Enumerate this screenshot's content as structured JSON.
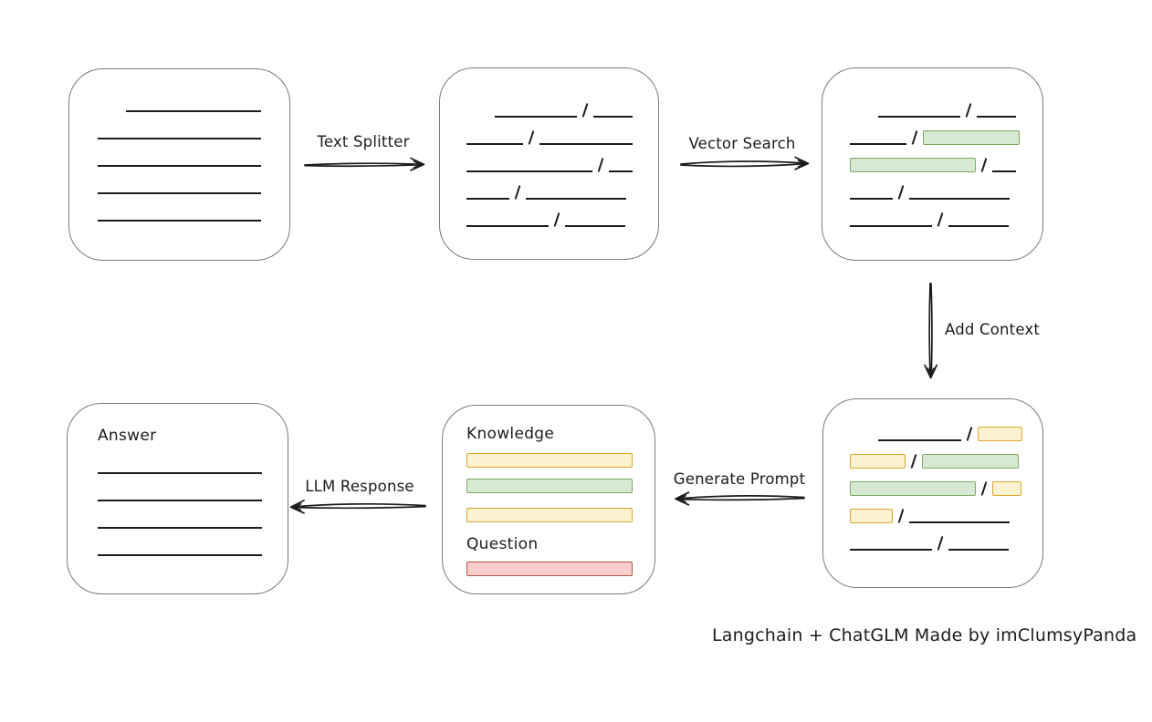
{
  "caption": "Langchain + ChatGLM Made by imClumsyPanda",
  "colors": {
    "green_fill": "#d7e9d3",
    "green_border": "#7ca963",
    "yellow_fill": "#fdf2cf",
    "yellow_border": "#dca62c",
    "red_fill": "#f8cecc",
    "red_border": "#b85450",
    "box_border": "#7b7b7b",
    "line": "#1c1c1c"
  },
  "arrows": {
    "text_splitter": "Text Splitter",
    "vector_search": "Vector Search",
    "add_context": "Add Context",
    "generate_prompt": "Generate Prompt",
    "llm_response": "LLM Response"
  },
  "boxes": {
    "document": {
      "rows": [
        [
          {
            "t": "gap",
            "w": 31
          },
          {
            "t": "line",
            "w": 148
          }
        ],
        [
          {
            "t": "line",
            "w": 179
          }
        ],
        [
          {
            "t": "line",
            "w": 179
          }
        ],
        [
          {
            "t": "line",
            "w": 179
          }
        ],
        [
          {
            "t": "line",
            "w": 179
          }
        ]
      ]
    },
    "chunks": {
      "rows": [
        [
          {
            "t": "gap",
            "w": 31
          },
          {
            "t": "line",
            "w": 90
          },
          {
            "t": "slash"
          },
          {
            "t": "line",
            "w": 43
          }
        ],
        [
          {
            "t": "line",
            "w": 62
          },
          {
            "t": "slash"
          },
          {
            "t": "line",
            "w": 102
          }
        ],
        [
          {
            "t": "line",
            "w": 138
          },
          {
            "t": "slash"
          },
          {
            "t": "line",
            "w": 26
          }
        ],
        [
          {
            "t": "line",
            "w": 47
          },
          {
            "t": "slash"
          },
          {
            "t": "line",
            "w": 110
          }
        ],
        [
          {
            "t": "line",
            "w": 90
          },
          {
            "t": "slash"
          },
          {
            "t": "line",
            "w": 66
          }
        ]
      ]
    },
    "retrieved": {
      "rows": [
        [
          {
            "t": "gap",
            "w": 31
          },
          {
            "t": "line",
            "w": 90
          },
          {
            "t": "slash"
          },
          {
            "t": "line",
            "w": 43
          }
        ],
        [
          {
            "t": "line",
            "w": 62
          },
          {
            "t": "slash"
          },
          {
            "t": "green",
            "w": 106
          }
        ],
        [
          {
            "t": "green",
            "w": 138
          },
          {
            "t": "slash"
          },
          {
            "t": "line",
            "w": 26
          }
        ],
        [
          {
            "t": "line",
            "w": 47
          },
          {
            "t": "slash"
          },
          {
            "t": "line",
            "w": 110
          }
        ],
        [
          {
            "t": "line",
            "w": 90
          },
          {
            "t": "slash"
          },
          {
            "t": "line",
            "w": 66
          }
        ]
      ]
    },
    "context": {
      "rows": [
        [
          {
            "t": "gap",
            "w": 31
          },
          {
            "t": "line",
            "w": 91
          },
          {
            "t": "slash"
          },
          {
            "t": "yellow",
            "w": 49
          }
        ],
        [
          {
            "t": "yellow",
            "w": 61
          },
          {
            "t": "slash"
          },
          {
            "t": "green",
            "w": 106
          }
        ],
        [
          {
            "t": "green",
            "w": 138
          },
          {
            "t": "slash"
          },
          {
            "t": "yellow",
            "w": 32
          }
        ],
        [
          {
            "t": "yellow",
            "w": 47
          },
          {
            "t": "slash"
          },
          {
            "t": "line",
            "w": 110
          }
        ],
        [
          {
            "t": "line",
            "w": 90
          },
          {
            "t": "slash"
          },
          {
            "t": "line",
            "w": 66
          }
        ]
      ]
    },
    "prompt": {
      "knowledge_label": "Knowledge",
      "question_label": "Question"
    },
    "answer": {
      "label": "Answer",
      "rows": [
        [
          {
            "t": "line",
            "w": 180
          }
        ],
        [
          {
            "t": "line",
            "w": 180
          }
        ],
        [
          {
            "t": "line",
            "w": 180
          }
        ],
        [
          {
            "t": "line",
            "w": 180
          }
        ]
      ]
    }
  }
}
